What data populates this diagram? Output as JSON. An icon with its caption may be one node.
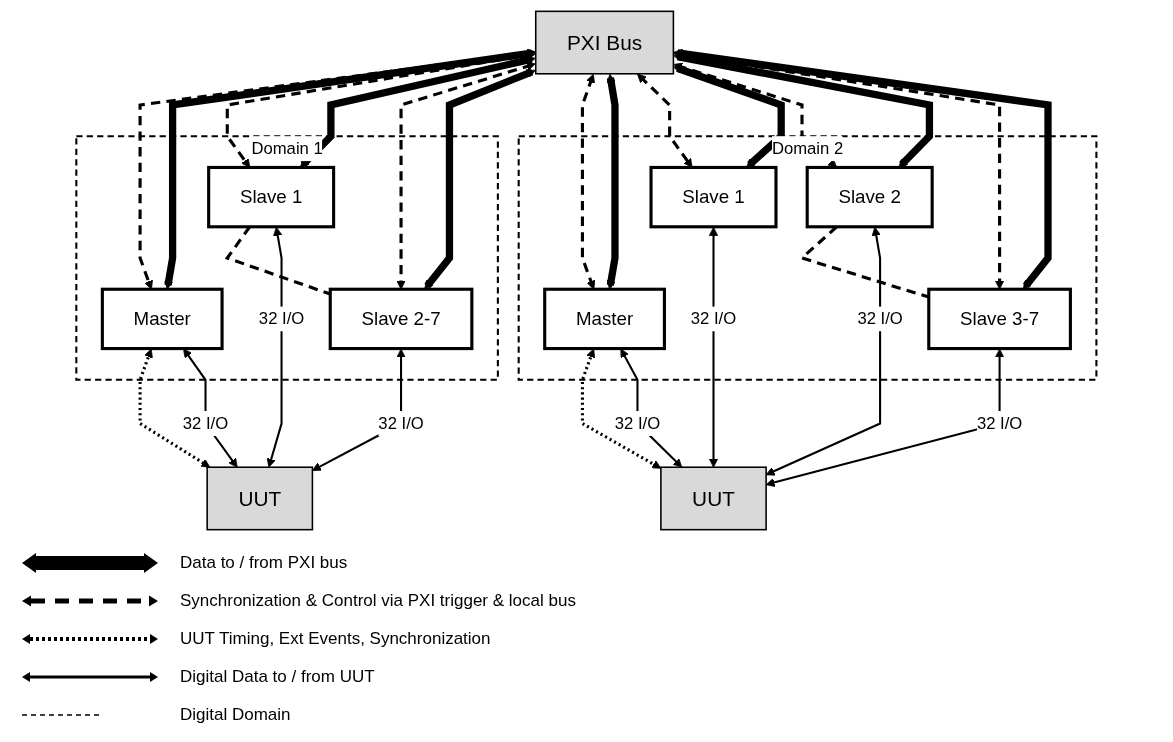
{
  "diagram": {
    "nodes": [
      {
        "text": [
          "PXI Bus"
        ]
      },
      {
        "text": [
          "Domain 1"
        ]
      },
      {
        "text": [
          "Master"
        ],
        "in": 1
      },
      {
        "text": [
          "Slave 1"
        ],
        "in": 1
      },
      {
        "text": [
          "Slave 2-7"
        ],
        "in": 1
      },
      {
        "text": [
          "Domain 2"
        ]
      },
      {
        "text": [
          "Master"
        ],
        "in": 5
      },
      {
        "text": [
          "Slave 1"
        ],
        "in": 5
      },
      {
        "text": [
          "Slave 2"
        ],
        "in": 5
      },
      {
        "text": [
          "Slave 3-7"
        ],
        "in": 5
      },
      {
        "text": [
          "UUT"
        ]
      },
      {
        "text": [
          "UUT"
        ]
      }
    ],
    "edges": [
      {
        "from": 0,
        "to": 2,
        "arrow": "both",
        "style": "dashed"
      },
      {
        "from": 0,
        "to": 2,
        "arrow": "both",
        "style": "thick"
      },
      {
        "from": 0,
        "to": 3,
        "arrow": "both",
        "style": "dashed"
      },
      {
        "from": 0,
        "to": 3,
        "arrow": "both",
        "style": "thick"
      },
      {
        "from": 0,
        "to": 4,
        "arrow": "both",
        "style": "dashed"
      },
      {
        "from": 0,
        "to": 4,
        "arrow": "both",
        "style": "thick"
      },
      {
        "from": 0,
        "to": 6,
        "arrow": "both",
        "style": "dashed"
      },
      {
        "from": 0,
        "to": 6,
        "arrow": "both",
        "style": "thick"
      },
      {
        "from": 0,
        "to": 7,
        "arrow": "both",
        "style": "dashed"
      },
      {
        "from": 0,
        "to": 7,
        "arrow": "both",
        "style": "thick"
      },
      {
        "from": 0,
        "to": 8,
        "arrow": "both",
        "style": "dashed"
      },
      {
        "from": 0,
        "to": 8,
        "arrow": "both",
        "style": "thick"
      },
      {
        "from": 0,
        "to": 9,
        "arrow": "both",
        "style": "dashed"
      },
      {
        "from": 0,
        "to": 9,
        "arrow": "both",
        "style": "thick"
      },
      {
        "from": 3,
        "to": 4,
        "arrow": "none",
        "style": "dashed"
      },
      {
        "from": 2,
        "to": 10,
        "arrow": "both",
        "style": "dashed"
      },
      {
        "from": 2,
        "to": 10,
        "arrow": "both",
        "label": "32 I/O"
      },
      {
        "from": 3,
        "to": 10,
        "arrow": "both",
        "label": "32 I/O"
      },
      {
        "from": 4,
        "to": 10,
        "arrow": "both",
        "label": "32 I/O"
      },
      {
        "from": 8,
        "to": 9,
        "arrow": "none",
        "style": "dashed"
      },
      {
        "from": 6,
        "to": 11,
        "arrow": "both",
        "style": "dashed"
      },
      {
        "from": 6,
        "to": 11,
        "arrow": "both",
        "label": "32 I/O"
      },
      {
        "from": 7,
        "to": 11,
        "arrow": "both",
        "label": "32 I/O"
      },
      {
        "from": 8,
        "to": 11,
        "arrow": "both",
        "label": "32 I/O"
      },
      {
        "from": 9,
        "to": 11,
        "arrow": "both",
        "label": "32 I/O"
      }
    ],
    "legend": [
      {
        "text": "Data to / from PXI bus"
      },
      {
        "text": "Synchronization & Control via PXI trigger & local bus"
      },
      {
        "text": "UUT Timing, Ext Events, Synchronization"
      },
      {
        "text": "Digital Data to / from UUT"
      },
      {
        "text": "Digital Domain"
      }
    ]
  }
}
